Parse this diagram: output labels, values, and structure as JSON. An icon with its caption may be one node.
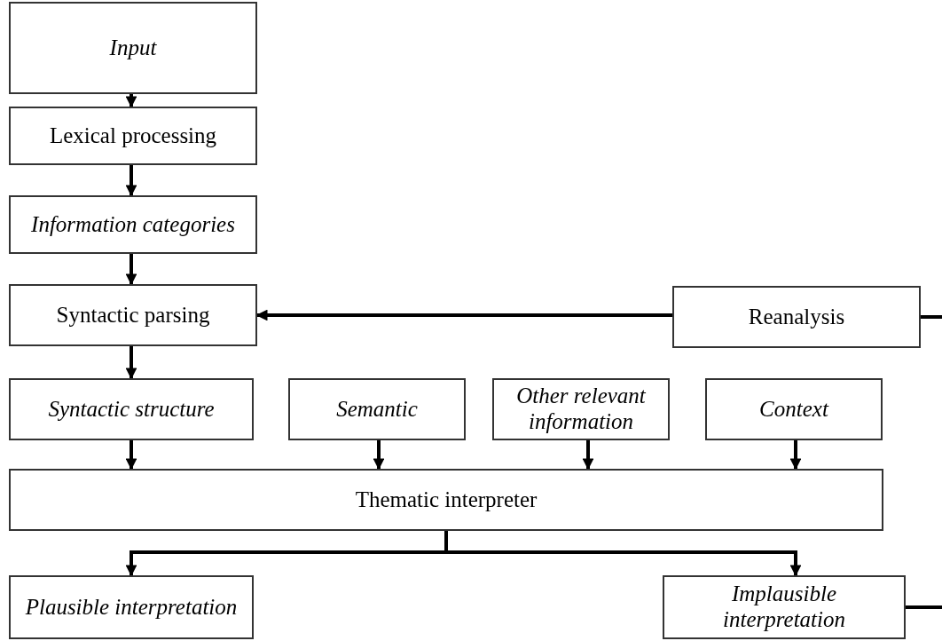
{
  "diagram": {
    "nodes": [
      {
        "text": [
          "Input"
        ]
      },
      {
        "text": [
          "Lexical processing"
        ]
      },
      {
        "text": [
          "Information categories"
        ]
      },
      {
        "text": [
          "Syntactic parsing"
        ]
      },
      {
        "text": [
          "Reanalysis"
        ]
      },
      {
        "text": [
          "Syntactic structure"
        ]
      },
      {
        "text": [
          "Semantic"
        ]
      },
      {
        "text": [
          "Other relevant information"
        ]
      },
      {
        "text": [
          "Context"
        ]
      },
      {
        "text": [
          "Thematic interpreter"
        ]
      },
      {
        "text": [
          "Plausible interpretation"
        ]
      },
      {
        "text": [
          "Implausible interpretation"
        ]
      }
    ],
    "edges": [
      {
        "from": 0,
        "to": 1,
        "arrow": "to"
      },
      {
        "from": 1,
        "to": 2,
        "arrow": "to"
      },
      {
        "from": 2,
        "to": 3,
        "arrow": "to"
      },
      {
        "from": 4,
        "to": 3,
        "arrow": "to"
      },
      {
        "from": 3,
        "to": 5,
        "arrow": "to"
      },
      {
        "from": 5,
        "to": 9,
        "arrow": "to"
      },
      {
        "from": 6,
        "to": 9,
        "arrow": "to"
      },
      {
        "from": 7,
        "to": 9,
        "arrow": "to"
      },
      {
        "from": 8,
        "to": 9,
        "arrow": "to"
      },
      {
        "from": 9,
        "to": 10,
        "arrow": "to"
      },
      {
        "from": 9,
        "to": 11,
        "arrow": "to"
      },
      {
        "from": 4,
        "to": null,
        "arrow": "none"
      },
      {
        "from": 11,
        "to": null,
        "arrow": "none"
      }
    ]
  }
}
